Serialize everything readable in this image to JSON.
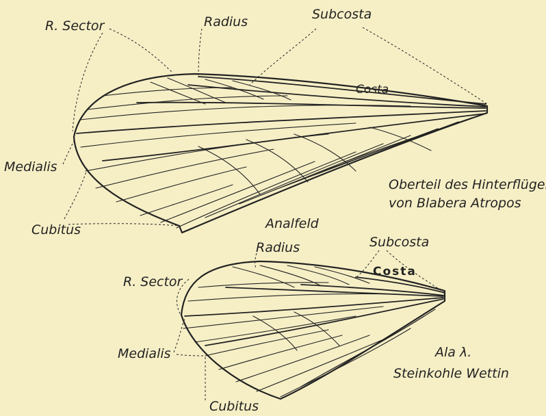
{
  "upper_wing": {
    "labels": {
      "r_sector": "R. Sector",
      "radius": "Radius",
      "subcosta": "Subcosta",
      "costa": "Costa",
      "medialis": "Medialis",
      "cubitus": "Cubitus",
      "analfeld": "Analfeld"
    },
    "caption_line1": "Oberteil des Hinterflügels",
    "caption_line2": "von Blabera Atropos"
  },
  "lower_wing": {
    "labels": {
      "r_sector": "R. Sector",
      "radius": "Radius",
      "subcosta": "Subcosta",
      "costa": "Costa",
      "medialis": "Medialis",
      "cubitus": "Cubitus"
    },
    "caption_line1": "Ala λ.",
    "caption_line2": "Steinkohle Wettin"
  },
  "colors": {
    "paper": "#f6efc6",
    "ink": "#222222"
  }
}
